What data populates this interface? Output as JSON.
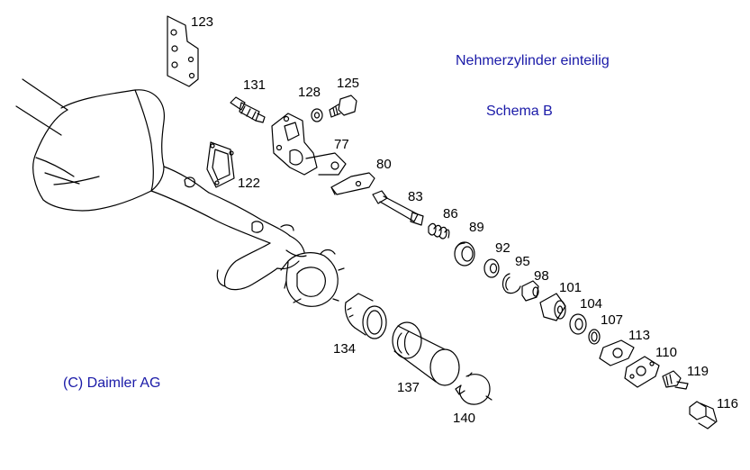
{
  "header": {
    "title": "Nehmerzylinder einteilig",
    "subtitle": "Schema B"
  },
  "copyright": "(C) Daimler AG",
  "colors": {
    "heading": "#1a1aa8",
    "ink": "#000000",
    "background": "#ffffff"
  },
  "callouts": {
    "p123": "123",
    "p131": "131",
    "p128": "128",
    "p125": "125",
    "p77": "77",
    "p80": "80",
    "p122": "122",
    "p83": "83",
    "p86": "86",
    "p89": "89",
    "p92": "92",
    "p95": "95",
    "p98": "98",
    "p101": "101",
    "p104": "104",
    "p107": "107",
    "p113": "113",
    "p110": "110",
    "p119": "119",
    "p116": "116",
    "p134": "134",
    "p137": "137",
    "p140": "140"
  }
}
